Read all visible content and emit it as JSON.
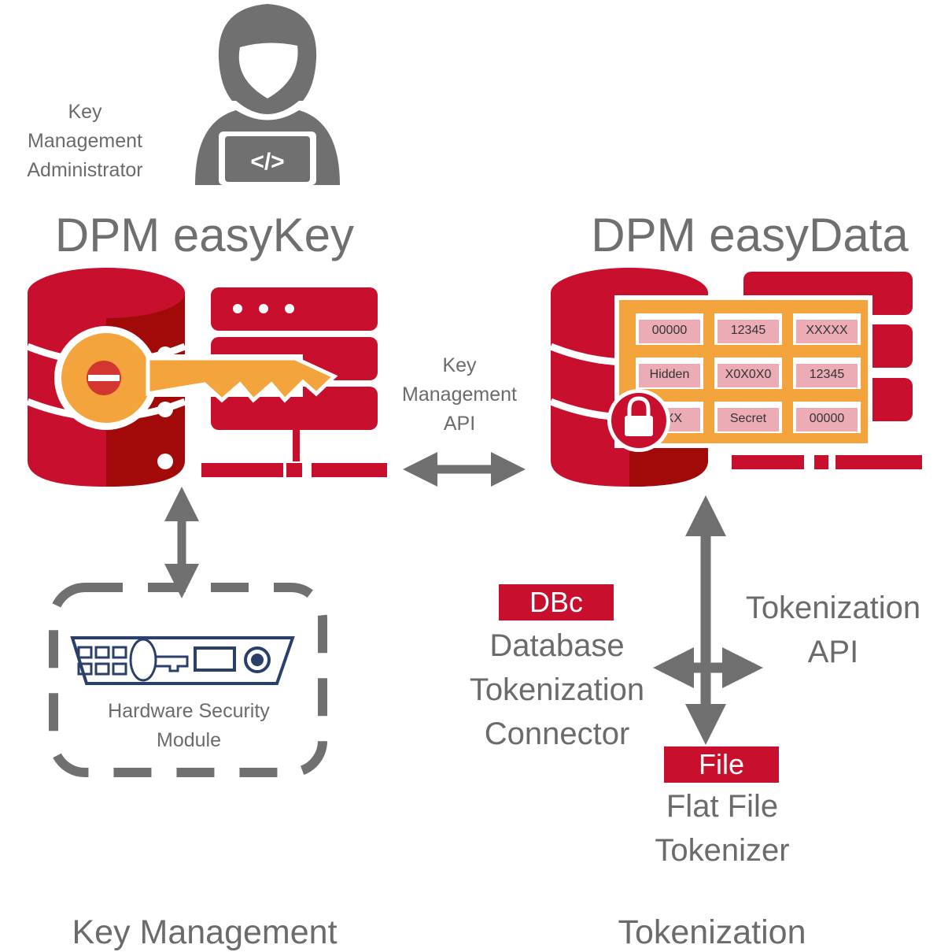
{
  "admin": {
    "label_lines": [
      "Key",
      "Management",
      "Administrator"
    ]
  },
  "easykey": {
    "title": "DPM easyKey"
  },
  "easydata": {
    "title": "DPM easyData",
    "grid_cells": [
      "00000",
      "12345",
      "XXXXX",
      "Hidden",
      "X0X0X0",
      "12345",
      "XXX",
      "Secret",
      "00000"
    ]
  },
  "kmapi": {
    "label_lines": [
      "Key",
      "Management",
      "API"
    ]
  },
  "hsm": {
    "label_lines": [
      "Hardware Security",
      "Module"
    ]
  },
  "dbc": {
    "tag": "DBc",
    "label_lines": [
      "Database",
      "Tokenization",
      "Connector"
    ]
  },
  "tokapi": {
    "label_lines": [
      "Tokenization",
      "API"
    ]
  },
  "file": {
    "tag": "File",
    "label_lines": [
      "Flat File",
      "Tokenizer"
    ]
  },
  "footer": {
    "left": "Key Management",
    "right": "Tokenization"
  },
  "colors": {
    "red": "#c8102e",
    "dark_red": "#a20a0a",
    "orange": "#f4a43c",
    "gray": "#707070"
  }
}
